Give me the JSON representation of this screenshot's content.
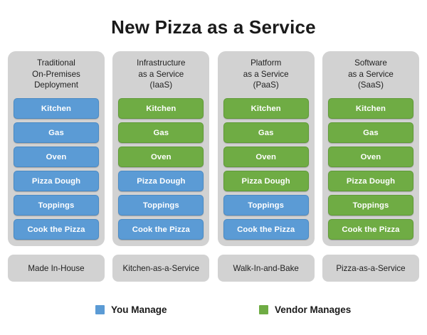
{
  "title": "New Pizza as a Service",
  "colors": {
    "you_manage": "#5b9bd5",
    "vendor_manages": "#6fac44",
    "card_background": "#d2d2d2",
    "page_background": "#ffffff",
    "text": "#1f1f1f"
  },
  "legend": {
    "you_manage": {
      "label": "You Manage",
      "color": "#5b9bd5",
      "swatch_icon": "blue-square-swatch-icon"
    },
    "vendor_manages": {
      "label": "Vendor Manages",
      "color": "#6fac44",
      "swatch_icon": "green-square-swatch-icon"
    }
  },
  "item_names": [
    "Kitchen",
    "Gas",
    "Oven",
    "Pizza Dough",
    "Toppings",
    "Cook the Pizza"
  ],
  "columns": [
    {
      "id": "traditional-on-premises",
      "header_lines": [
        "Traditional",
        "On-Premises",
        "Deployment"
      ],
      "footer": "Made In-House",
      "items": [
        {
          "label": "Kitchen",
          "owner": "You Manage"
        },
        {
          "label": "Gas",
          "owner": "You Manage"
        },
        {
          "label": "Oven",
          "owner": "You Manage"
        },
        {
          "label": "Pizza Dough",
          "owner": "You Manage"
        },
        {
          "label": "Toppings",
          "owner": "You Manage"
        },
        {
          "label": "Cook the Pizza",
          "owner": "You Manage"
        }
      ]
    },
    {
      "id": "infrastructure-as-a-service",
      "header_lines": [
        "Infrastructure",
        "as a Service",
        "(IaaS)"
      ],
      "footer": "Kitchen-as-a-Service",
      "items": [
        {
          "label": "Kitchen",
          "owner": "Vendor Manages"
        },
        {
          "label": "Gas",
          "owner": "Vendor Manages"
        },
        {
          "label": "Oven",
          "owner": "Vendor Manages"
        },
        {
          "label": "Pizza Dough",
          "owner": "You Manage"
        },
        {
          "label": "Toppings",
          "owner": "You Manage"
        },
        {
          "label": "Cook the Pizza",
          "owner": "You Manage"
        }
      ]
    },
    {
      "id": "platform-as-a-service",
      "header_lines": [
        "Platform",
        "as a Service",
        "(PaaS)"
      ],
      "footer": "Walk-In-and-Bake",
      "items": [
        {
          "label": "Kitchen",
          "owner": "Vendor Manages"
        },
        {
          "label": "Gas",
          "owner": "Vendor Manages"
        },
        {
          "label": "Oven",
          "owner": "Vendor Manages"
        },
        {
          "label": "Pizza Dough",
          "owner": "Vendor Manages"
        },
        {
          "label": "Toppings",
          "owner": "You Manage"
        },
        {
          "label": "Cook the Pizza",
          "owner": "You Manage"
        }
      ]
    },
    {
      "id": "software-as-a-service",
      "header_lines": [
        "Software",
        "as a Service",
        "(SaaS)"
      ],
      "footer": "Pizza-as-a-Service",
      "items": [
        {
          "label": "Kitchen",
          "owner": "Vendor Manages"
        },
        {
          "label": "Gas",
          "owner": "Vendor Manages"
        },
        {
          "label": "Oven",
          "owner": "Vendor Manages"
        },
        {
          "label": "Pizza Dough",
          "owner": "Vendor Manages"
        },
        {
          "label": "Toppings",
          "owner": "Vendor Manages"
        },
        {
          "label": "Cook the Pizza",
          "owner": "Vendor Manages"
        }
      ]
    }
  ]
}
